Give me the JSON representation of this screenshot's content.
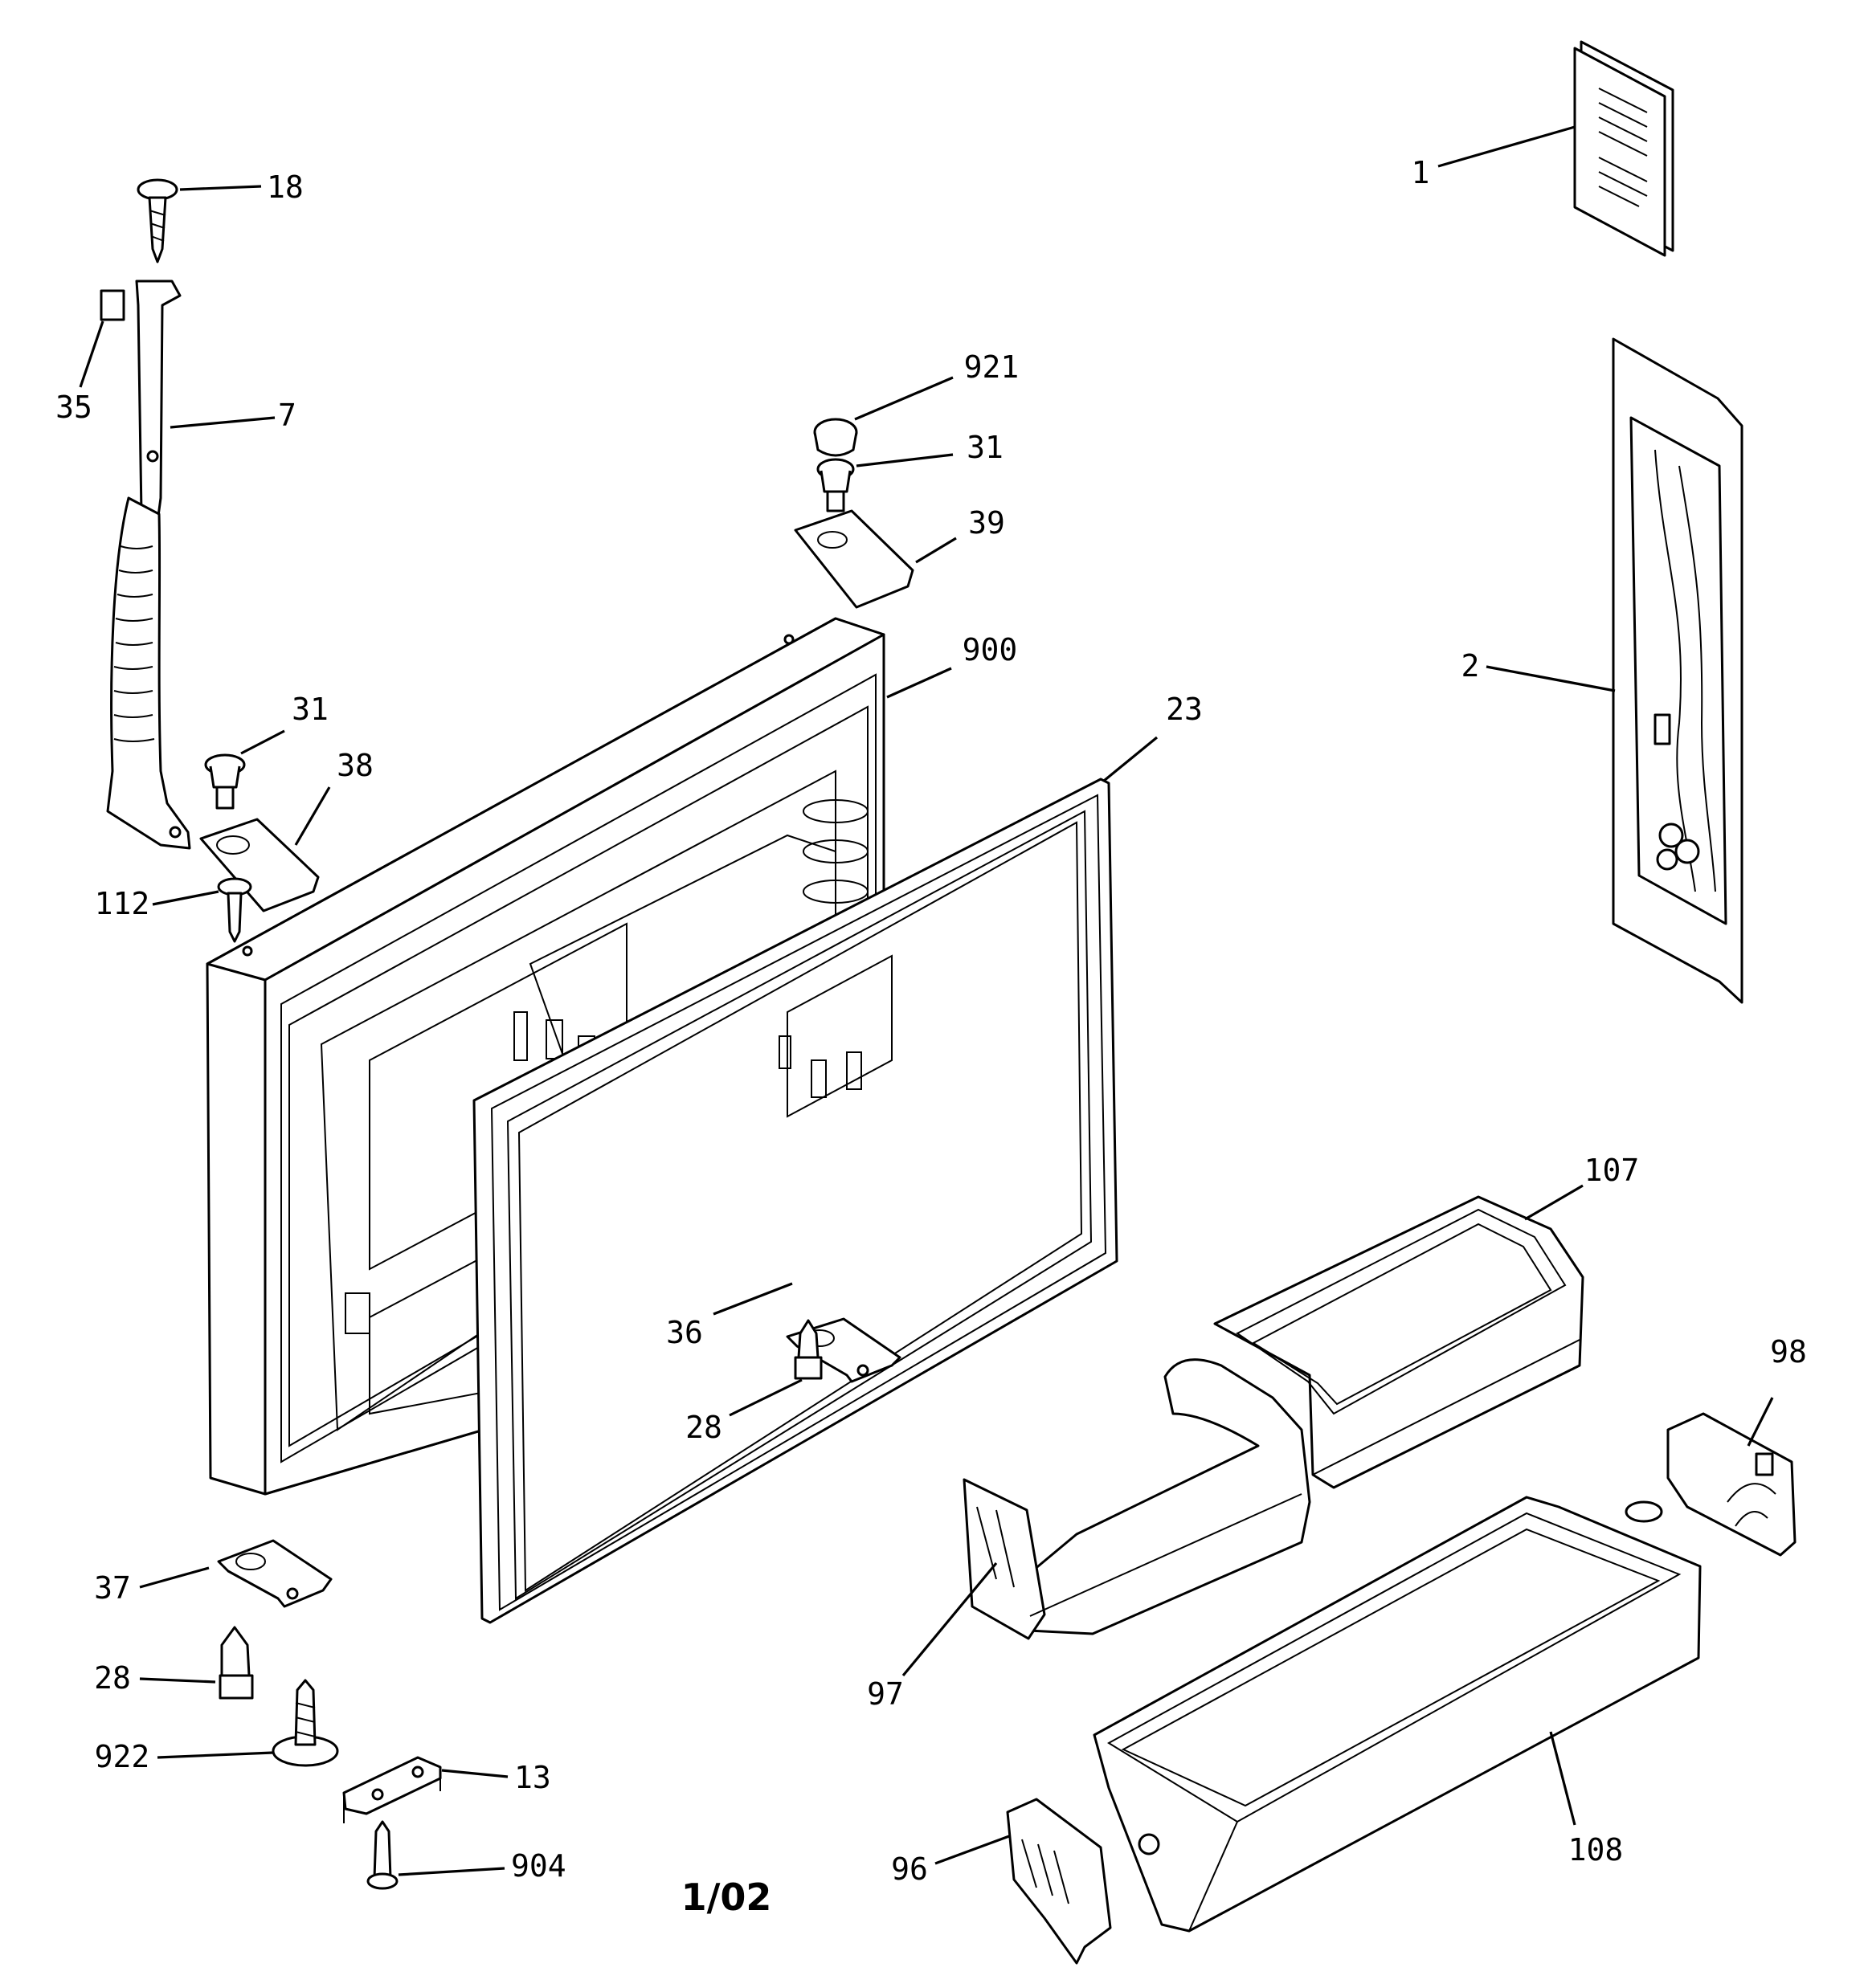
{
  "diagram": {
    "footer_code": "1/02",
    "callouts": [
      {
        "id": "1",
        "label": "1",
        "part": "owner-manual"
      },
      {
        "id": "2",
        "label": "2",
        "part": "door-handle"
      },
      {
        "id": "18",
        "label": "18",
        "part": "screw"
      },
      {
        "id": "35",
        "label": "35",
        "part": "label"
      },
      {
        "id": "7",
        "label": "7",
        "part": "hinge-bracket"
      },
      {
        "id": "921",
        "label": "921",
        "part": "cap"
      },
      {
        "id": "31a",
        "label": "31",
        "part": "bushing"
      },
      {
        "id": "39",
        "label": "39",
        "part": "hinge-plate"
      },
      {
        "id": "900",
        "label": "900",
        "part": "freezer-door"
      },
      {
        "id": "23",
        "label": "23",
        "part": "door-gasket"
      },
      {
        "id": "31b",
        "label": "31",
        "part": "bushing"
      },
      {
        "id": "38",
        "label": "38",
        "part": "hinge-plate"
      },
      {
        "id": "112",
        "label": "112",
        "part": "screw"
      },
      {
        "id": "107",
        "label": "107",
        "part": "door-bin"
      },
      {
        "id": "98",
        "label": "98",
        "part": "bin-end-cap"
      },
      {
        "id": "36",
        "label": "36",
        "part": "stop-bracket"
      },
      {
        "id": "28a",
        "label": "28",
        "part": "pivot-pin"
      },
      {
        "id": "37",
        "label": "37",
        "part": "stop-bracket"
      },
      {
        "id": "28b",
        "label": "28",
        "part": "pivot-pin"
      },
      {
        "id": "922",
        "label": "922",
        "part": "pin-with-washer"
      },
      {
        "id": "13",
        "label": "13",
        "part": "bracket"
      },
      {
        "id": "904",
        "label": "904",
        "part": "screw"
      },
      {
        "id": "97",
        "label": "97",
        "part": "bin-end-cap"
      },
      {
        "id": "96",
        "label": "96",
        "part": "bin-end-cap"
      },
      {
        "id": "108",
        "label": "108",
        "part": "door-shelf"
      }
    ]
  }
}
